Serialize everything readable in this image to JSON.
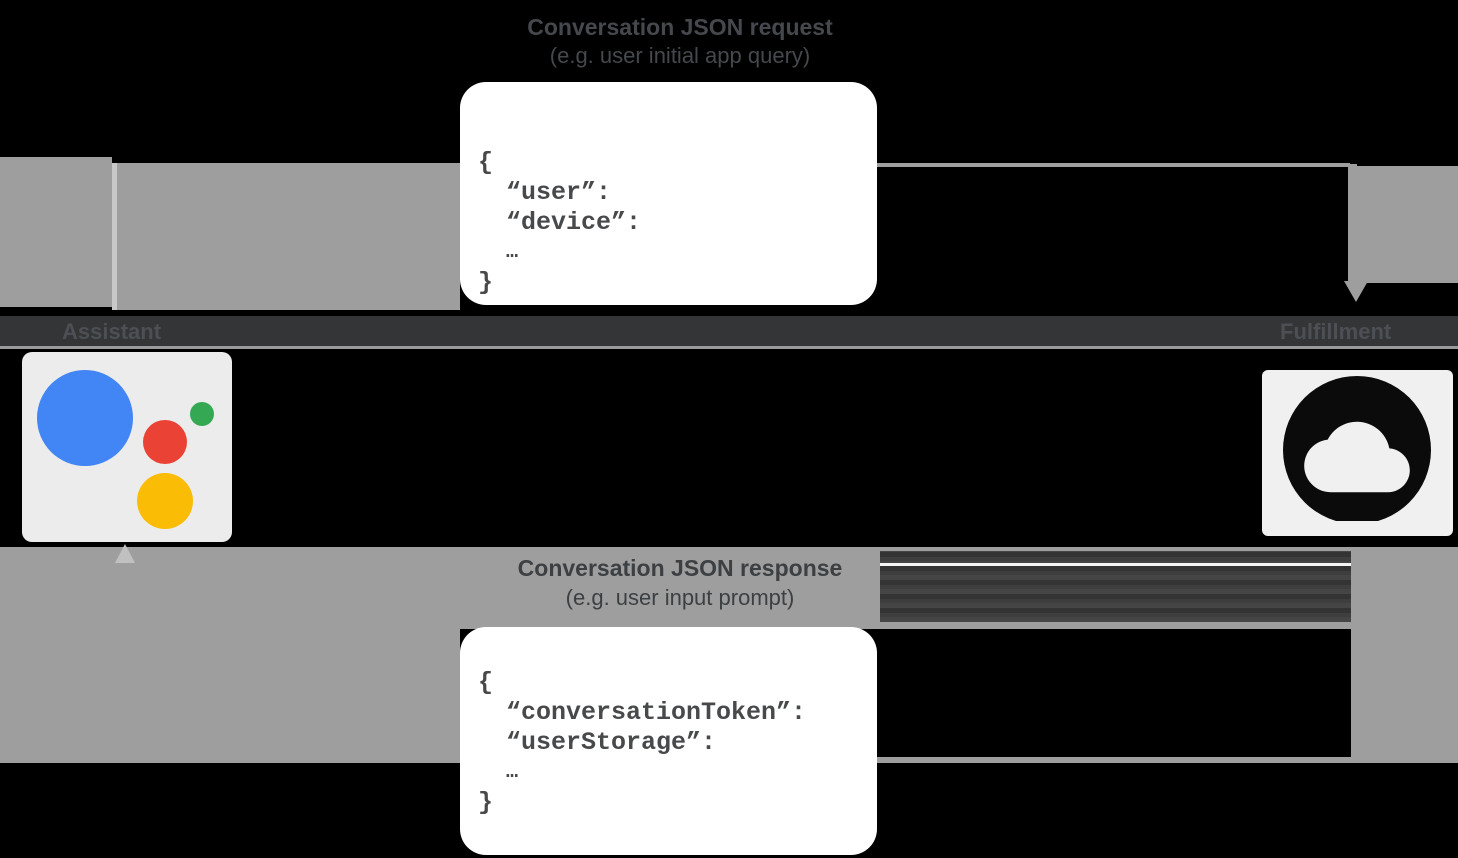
{
  "top_flow": {
    "title_line1": "Conversation JSON request",
    "title_line2": "(e.g. user initial app query)"
  },
  "request_box": {
    "lines": [
      "{",
      "“user”:",
      "“device”:",
      "…",
      "}"
    ]
  },
  "bottom_flow": {
    "title_line1": "Conversation JSON response",
    "title_line2": "(e.g. user input prompt)"
  },
  "response_box": {
    "lines": [
      "{",
      "“conversationToken”:",
      "“userStorage”:",
      "…",
      "}"
    ]
  },
  "entities": {
    "assistant": {
      "label": "Assistant"
    },
    "fulfillment": {
      "label": "Fulfillment"
    }
  },
  "icons": {
    "assistant": "google-assistant-logo",
    "fulfillment": "actions-on-google-cloud-icon"
  },
  "colors": {
    "assistant_blue": "#4285f4",
    "assistant_red": "#ea4335",
    "assistant_yellow": "#fbbc05",
    "assistant_green": "#34a853",
    "arrow_gray": "#9e9e9e",
    "box_white": "#ffffff",
    "json_text": "#47494b",
    "background": "#000000"
  }
}
